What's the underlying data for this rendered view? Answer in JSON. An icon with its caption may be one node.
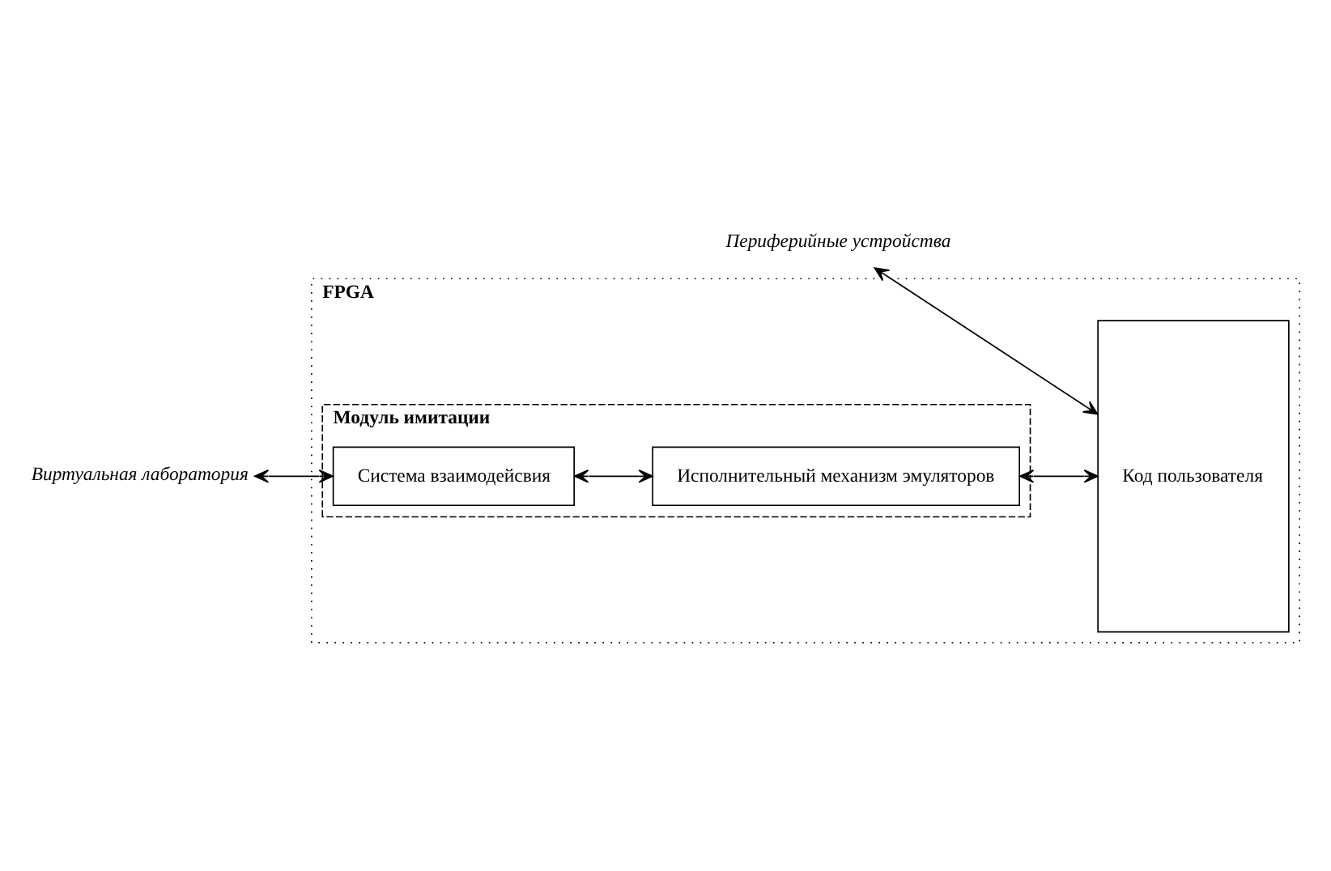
{
  "diagram": {
    "nodes": [
      {
        "text": [
          "FPGA"
        ]
      },
      {
        "text": [
          "Модуль имитации"
        ],
        "in": 0
      },
      {
        "text": [
          "Система взаимодейсвия"
        ],
        "in": 1
      },
      {
        "text": [
          "Исполнительный механизм эмуляторов"
        ],
        "in": 1
      },
      {
        "text": [
          "Код пользователя"
        ],
        "in": 0
      },
      {
        "text": [
          "Виртуальная лаборатория"
        ]
      },
      {
        "text": [
          "Периферийные устройства"
        ]
      }
    ],
    "edges": [
      {
        "from": 5,
        "to": 2,
        "arrow": "both"
      },
      {
        "from": 2,
        "to": 3,
        "arrow": "both"
      },
      {
        "from": 3,
        "to": 4,
        "arrow": "both"
      },
      {
        "from": 6,
        "to": 4,
        "arrow": "both"
      }
    ]
  }
}
